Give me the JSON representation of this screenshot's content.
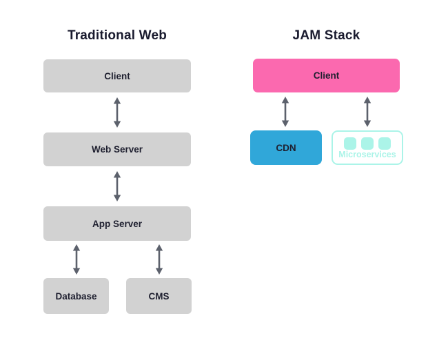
{
  "diagram": {
    "background": "#ffffff",
    "columns": [
      {
        "title": "Traditional Web",
        "nodes": [
          {
            "id": "client",
            "label": "Client",
            "color": "#d2d2d2"
          },
          {
            "id": "web-server",
            "label": "Web Server",
            "color": "#d2d2d2"
          },
          {
            "id": "app-server",
            "label": "App Server",
            "color": "#d2d2d2"
          },
          {
            "id": "database",
            "label": "Database",
            "color": "#d2d2d2"
          },
          {
            "id": "cms",
            "label": "CMS",
            "color": "#d2d2d2"
          }
        ],
        "edges": [
          {
            "from": "client",
            "to": "web-server",
            "bidirectional": true
          },
          {
            "from": "web-server",
            "to": "app-server",
            "bidirectional": true
          },
          {
            "from": "app-server",
            "to": "database",
            "bidirectional": true
          },
          {
            "from": "app-server",
            "to": "cms",
            "bidirectional": true
          }
        ]
      },
      {
        "title": "JAM Stack",
        "nodes": [
          {
            "id": "client",
            "label": "Client",
            "color": "#fb69af"
          },
          {
            "id": "cdn",
            "label": "CDN",
            "color": "#30a7d9"
          },
          {
            "id": "microservices",
            "label": "Microservices",
            "color": "#abf4e8",
            "style": "outlined",
            "icon": "three-squares"
          }
        ],
        "edges": [
          {
            "from": "client",
            "to": "cdn",
            "bidirectional": true
          },
          {
            "from": "client",
            "to": "microservices",
            "bidirectional": true
          }
        ]
      }
    ],
    "colors": {
      "title_text": "#191a2e",
      "node_text": "#1f2030",
      "arrow": "#5c616c",
      "gray_node": "#d2d2d2",
      "pink": "#fb69af",
      "blue": "#30a7d9",
      "light_cyan": "#abf4e8"
    }
  }
}
